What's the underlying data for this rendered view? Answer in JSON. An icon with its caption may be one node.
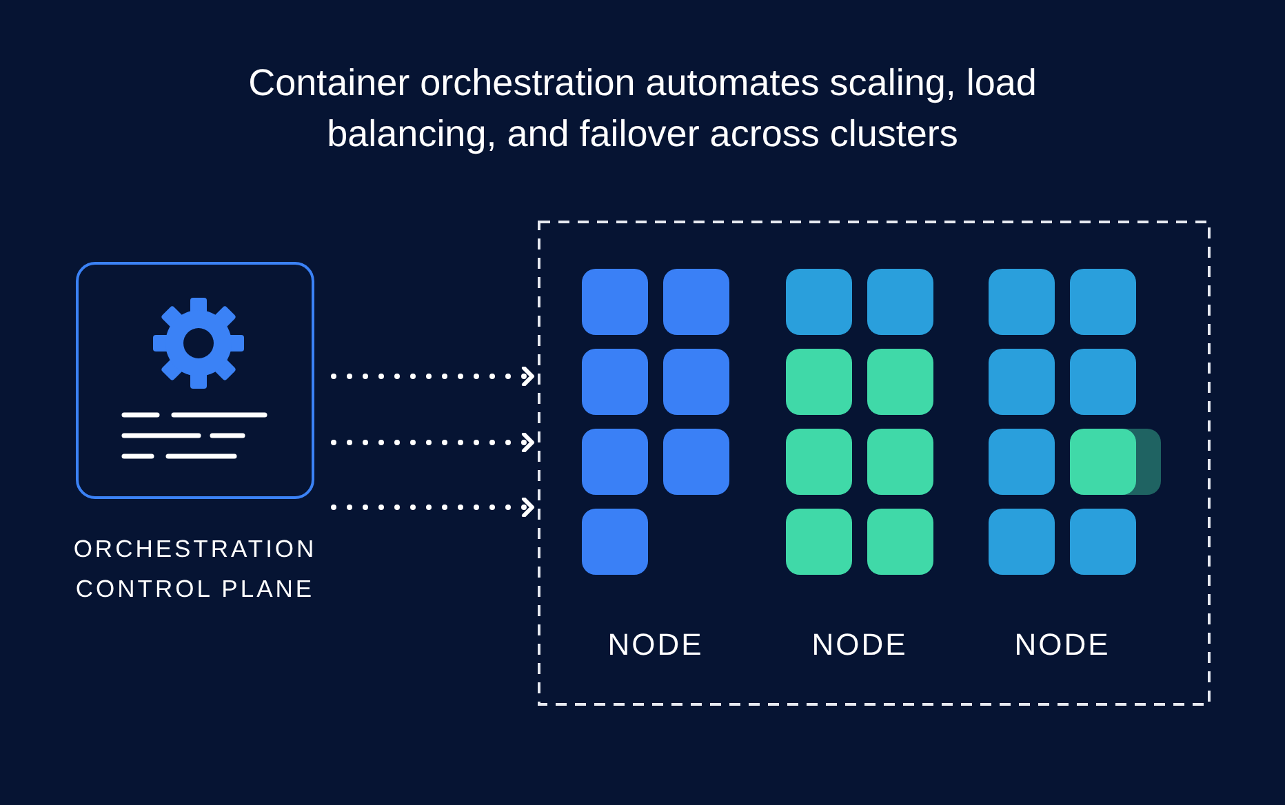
{
  "diagram": {
    "title": "Container orchestration automates scaling, load balancing, and failover across clusters",
    "nodes": [
      {
        "text": [
          "ORCHESTRATION CONTROL PLANE"
        ]
      },
      {
        "text": [],
        "shape": "box"
      },
      {
        "text": [
          "NODE"
        ],
        "in": 1
      },
      {
        "text": [
          "NODE"
        ],
        "in": 1
      },
      {
        "text": [
          "NODE"
        ],
        "in": 1
      }
    ],
    "edges": [
      {
        "from": 0,
        "to": 1,
        "arrow": "to",
        "style": "dashed"
      },
      {
        "from": 0,
        "to": 1,
        "arrow": "to",
        "style": "dashed"
      },
      {
        "from": 0,
        "to": 1,
        "arrow": "to",
        "style": "dashed"
      }
    ]
  }
}
